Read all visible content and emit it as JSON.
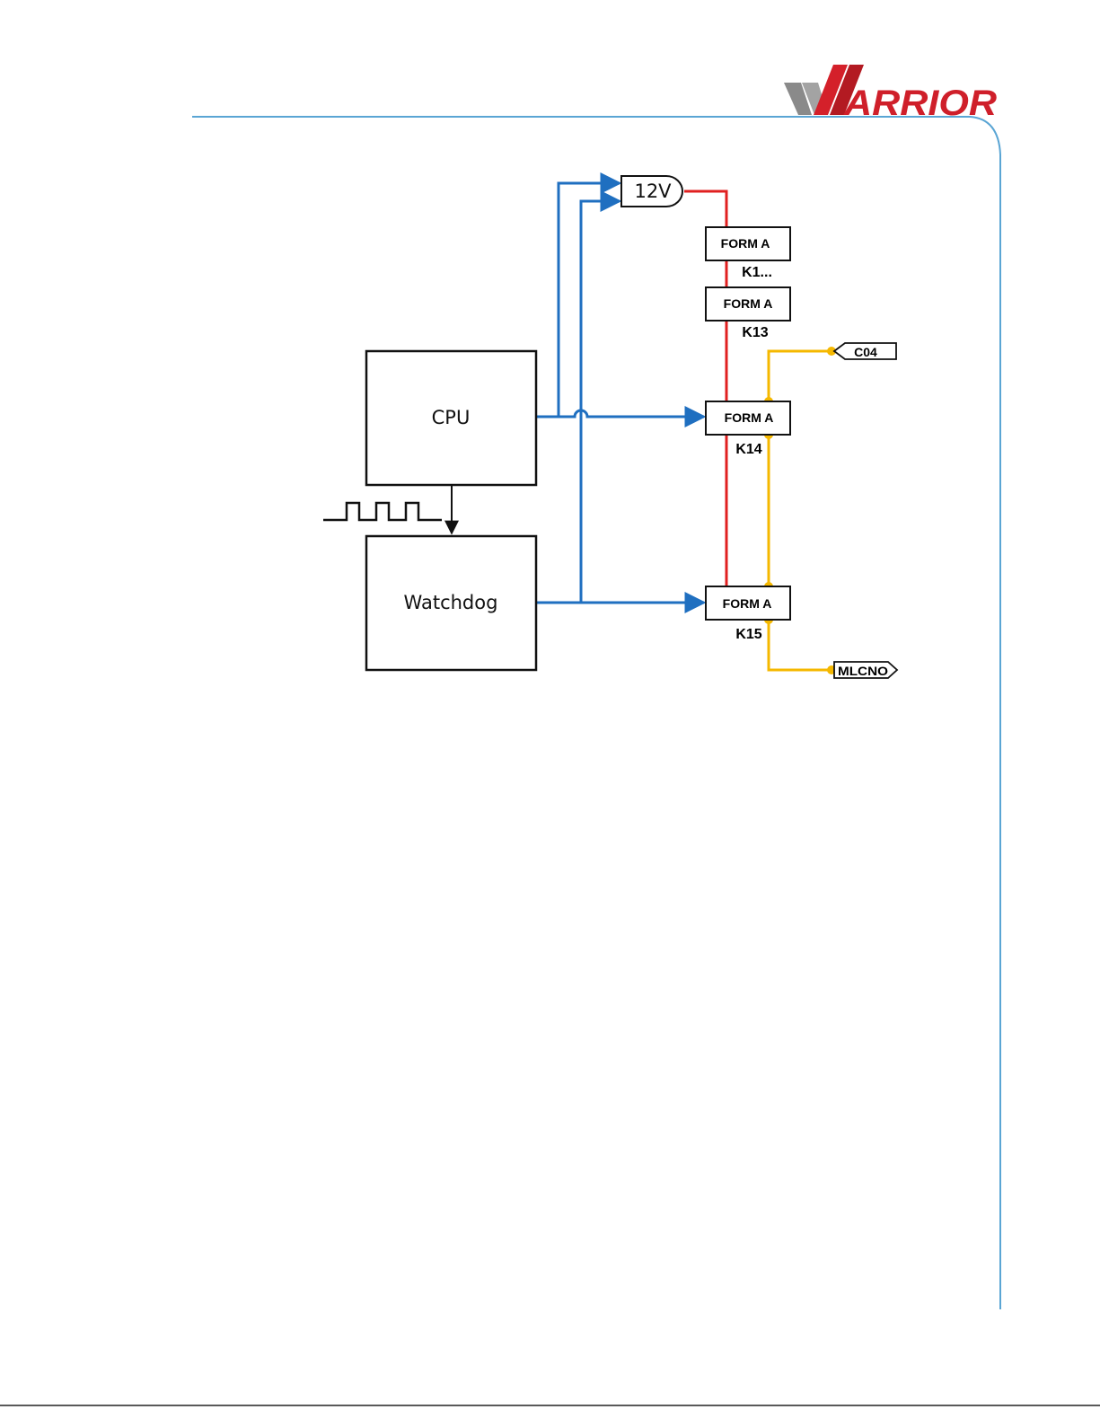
{
  "header": {
    "logo": {
      "text": "WARRIOR",
      "colors": {
        "chevron_gray": "#8a8a8a",
        "chevron_red": "#d4202a",
        "text_red": "#cf1f2a"
      }
    },
    "rule_color": "#5aa5d4"
  },
  "diagram": {
    "blocks": {
      "cpu": "CPU",
      "watchdog": "Watchdog",
      "supply": "12V"
    },
    "relays": [
      {
        "type": "FORM A",
        "id": "K1..."
      },
      {
        "type": "FORM A",
        "id": "K13"
      },
      {
        "type": "FORM A",
        "id": "K14"
      },
      {
        "type": "FORM A",
        "id": "K15"
      }
    ],
    "connectors": {
      "input": "C04",
      "output": "MLCNO"
    },
    "wire_colors": {
      "control": "#1f6fc0",
      "power": "#e02020",
      "contact": "#f5b800",
      "signal": "#111111"
    }
  }
}
